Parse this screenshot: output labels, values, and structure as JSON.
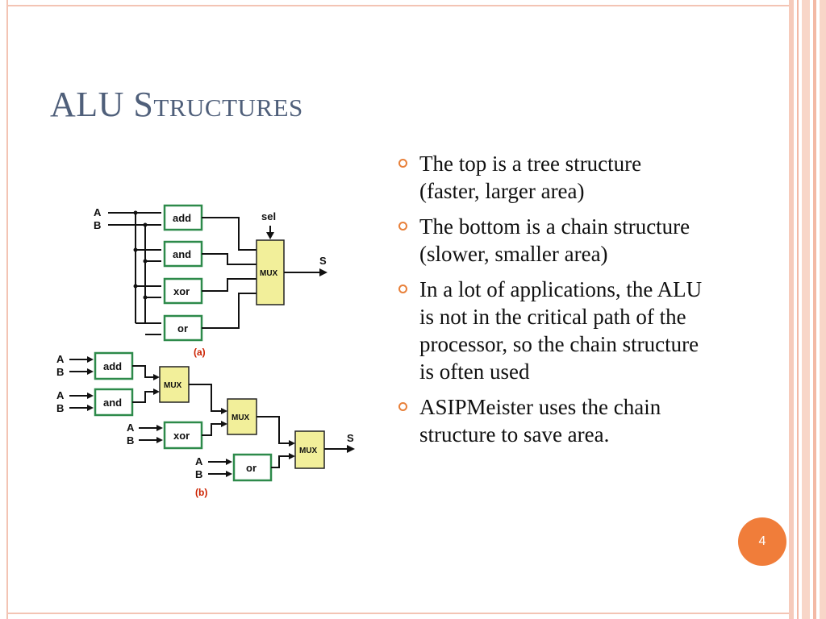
{
  "slide": {
    "title": "ALU Structures",
    "page_number": "4"
  },
  "bullets": [
    "The top is a tree structure (faster, larger area)",
    "The bottom is a chain structure (slower, smaller area)",
    "In a lot of applications, the ALU is not in the critical path of the processor, so the chain structure is often used",
    "ASIPMeister uses the chain structure to save area."
  ],
  "diagram": {
    "a": {
      "input_a": "A",
      "input_b": "B",
      "blocks": [
        "add",
        "and",
        "xor",
        "or"
      ],
      "select": "sel",
      "mux": "MUX",
      "output": "S",
      "caption": "(a)"
    },
    "b": {
      "blocks": [
        "add",
        "and",
        "xor",
        "or"
      ],
      "inputs": [
        {
          "a": "A",
          "b": "B"
        },
        {
          "a": "A",
          "b": "B"
        },
        {
          "a": "A",
          "b": "B"
        },
        {
          "a": "A",
          "b": "B"
        }
      ],
      "muxes": [
        "MUX",
        "MUX",
        "MUX"
      ],
      "output": "S",
      "caption": "(b)"
    }
  },
  "colors": {
    "title": "#4f5f7a",
    "accent": "#f07d3a",
    "bullet_marker": "#e8803a",
    "block_border": "#2d8a4a",
    "mux_fill": "#f2ef9a",
    "caption": "#cc2200"
  }
}
